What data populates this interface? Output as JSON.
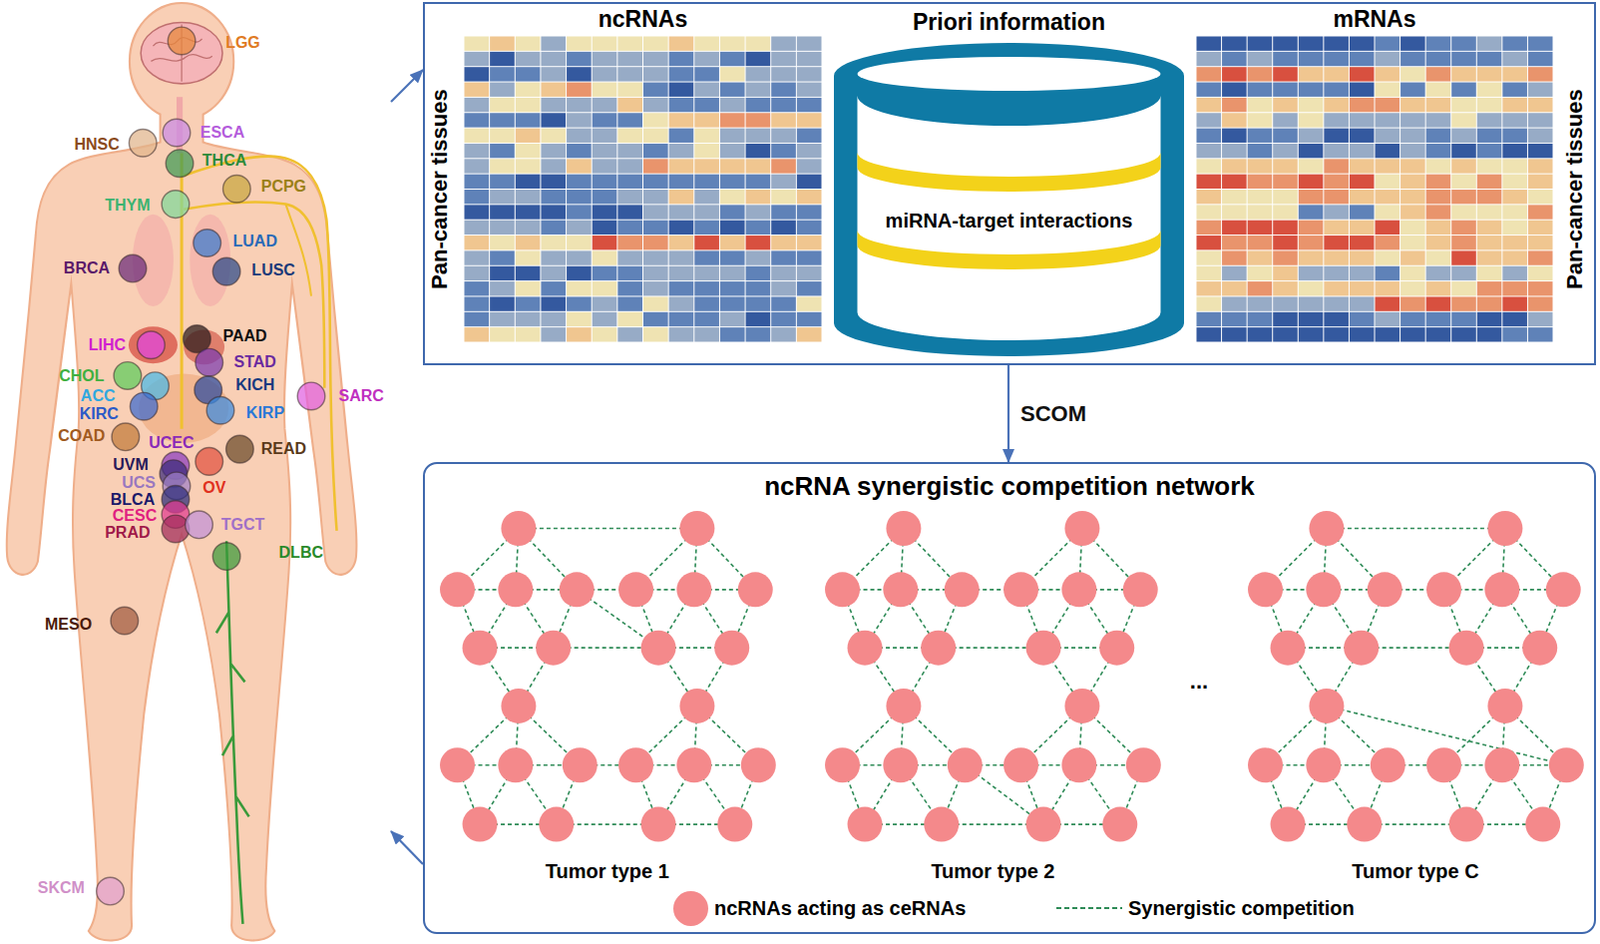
{
  "diagram": {
    "nodes": [
      {
        "text": [
          "LGG",
          "ESCA",
          "HNSC",
          "THCA",
          "PCPG",
          "THYM",
          "LUAD",
          "BRCA",
          "LUSC",
          "LIHC",
          "PAAD",
          "STAD",
          "CHOL",
          "ACC",
          "KICH",
          "SARC",
          "KIRC",
          "KIRP",
          "COAD",
          "UCEC",
          "READ",
          "UVM",
          "OV",
          "UCS",
          "BLCA",
          "CESC",
          "PRAD",
          "TGCT",
          "DLBC",
          "MESO",
          "SKCM"
        ]
      },
      {
        "text": [
          "Pan-cancer tissues",
          "Pan-cancer tissues"
        ]
      },
      {
        "text": [
          "ncRNAs"
        ],
        "in": 1
      },
      {
        "text": [
          "Priori information",
          "miRNA-target interactions"
        ],
        "in": 1
      },
      {
        "text": [
          "mRNAs"
        ],
        "in": 1
      },
      {
        "text": [
          "ncRNA synergistic competition network"
        ]
      },
      {
        "text": [
          "Tumor type 1"
        ],
        "in": 5
      },
      {
        "text": [
          "Tumor type 2"
        ],
        "in": 5
      },
      {
        "text": [
          "Tumor type C"
        ],
        "in": 5
      }
    ],
    "edges": [
      {
        "from": 0,
        "to": 1,
        "arrow": "to"
      },
      {
        "from": 1,
        "to": 5,
        "label": "SCOM",
        "arrow": "to"
      },
      {
        "from": 5,
        "to": 0,
        "arrow": "to"
      }
    ],
    "labels": [
      "..."
    ],
    "legend": [
      {
        "text": "ncRNAs acting as ceRNAs",
        "color": "#f4898b"
      },
      {
        "text": "Synergistic competition"
      }
    ]
  }
}
